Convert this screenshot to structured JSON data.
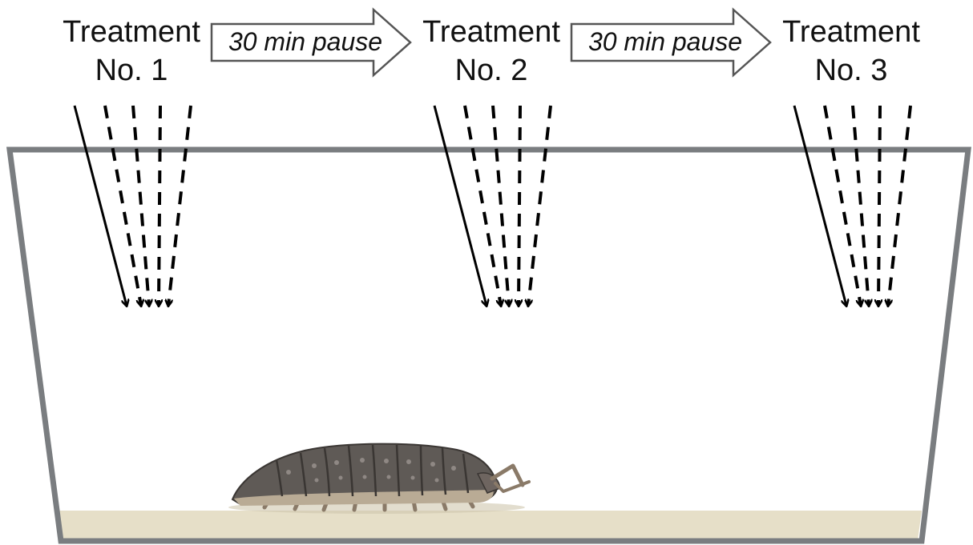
{
  "treatments": [
    {
      "line1": "Treatment",
      "line2": "No. 1"
    },
    {
      "line1": "Treatment",
      "line2": "No. 2"
    },
    {
      "line1": "Treatment",
      "line2": "No. 3"
    }
  ],
  "pauses": [
    {
      "label": "30 min pause"
    },
    {
      "label": "30 min pause"
    }
  ],
  "colors": {
    "container_border": "#7a7d80",
    "substrate": "#e6dfc8",
    "arrow": "#000000",
    "pause_arrow_border": "#555555"
  },
  "icons": {
    "animal": "woodlouse-isopod",
    "spray": "spray-arrows"
  }
}
